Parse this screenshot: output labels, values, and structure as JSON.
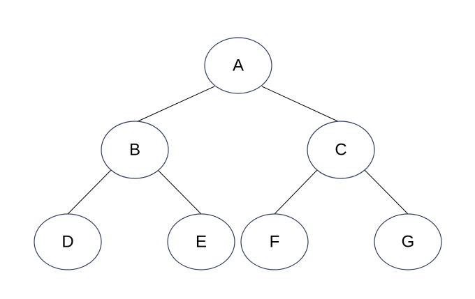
{
  "colors": {
    "background": "#ffffff",
    "node_stroke": "#2f3d5c",
    "node_fill": "#ffffff",
    "edge": "#000000"
  },
  "tree": {
    "nodes": {
      "a": "A",
      "b": "B",
      "c": "C",
      "d": "D",
      "e": "E",
      "f": "F",
      "g": "G"
    },
    "edges": [
      [
        "A",
        "B"
      ],
      [
        "A",
        "C"
      ],
      [
        "B",
        "D"
      ],
      [
        "B",
        "E"
      ],
      [
        "C",
        "F"
      ],
      [
        "C",
        "G"
      ]
    ]
  }
}
